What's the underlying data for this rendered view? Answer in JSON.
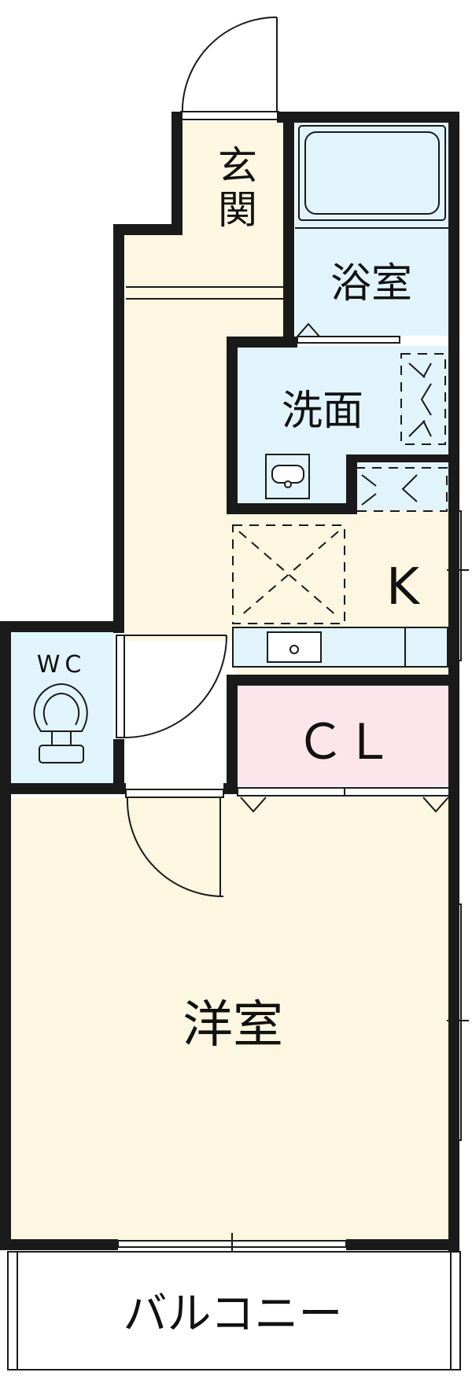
{
  "colors": {
    "floor": "#fdf6e0",
    "wet": "#e2f4fb",
    "closet": "#fde5ec",
    "wall": "#1a1a1a"
  },
  "rooms": {
    "entrance": "玄関",
    "bath": "浴室",
    "washroom": "洗面",
    "kitchen": "K",
    "wc": "WC",
    "closet": "ＣＬ",
    "western": "洋室",
    "balcony": "バルコニー"
  }
}
